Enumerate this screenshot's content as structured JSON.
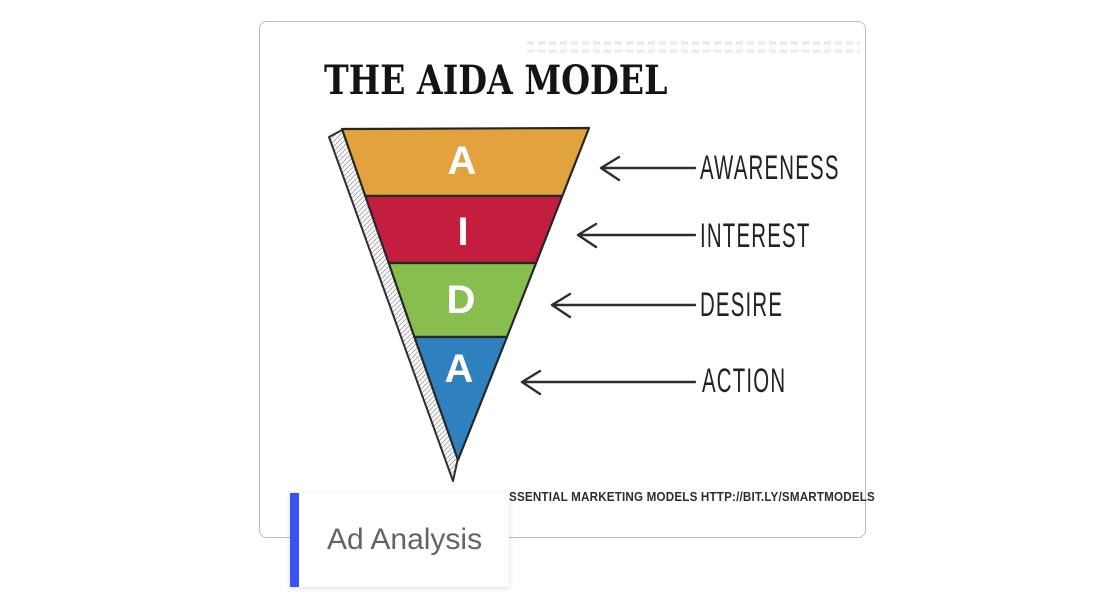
{
  "card": {
    "title": "THE AIDA MODEL",
    "caption": "SSENTIAL MARKETING MODELS HTTP://BIT.LY/SMARTMODELS",
    "funnel": {
      "stages": [
        {
          "letter": "A",
          "label": "AWARENESS",
          "color": "#E2A33E"
        },
        {
          "letter": "I",
          "label": "INTEREST",
          "color": "#C31E3D"
        },
        {
          "letter": "D",
          "label": "DESIRE",
          "color": "#87BE4D"
        },
        {
          "letter": "A",
          "label": "ACTION",
          "color": "#2F80BE"
        }
      ],
      "outline_color": "#262626",
      "arrow_color": "#2d2d2d"
    }
  },
  "overlay": {
    "label": "Ad Analysis",
    "accent_color": "#3A52F3"
  }
}
